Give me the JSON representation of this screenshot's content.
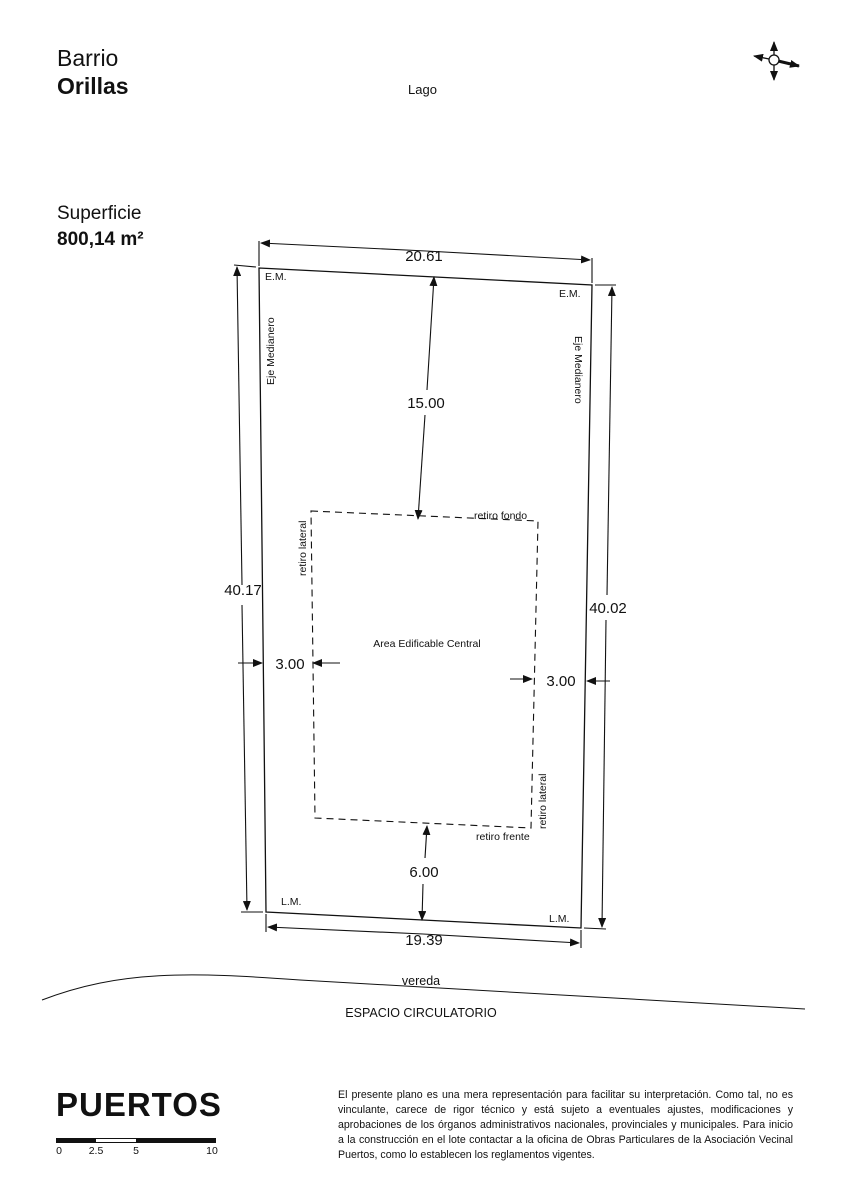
{
  "header": {
    "barrio_label": "Barrio",
    "barrio_name": "Orillas",
    "orientation_top": "Lago"
  },
  "surface": {
    "label": "Superficie",
    "value": "800,14 m²"
  },
  "lot": {
    "dim_top": "20.61",
    "dim_bottom": "19.39",
    "dim_left": "40.17",
    "dim_right": "40.02",
    "setback_back": "15.00",
    "setback_front": "6.00",
    "setback_left": "3.00",
    "setback_right": "3.00",
    "em_left": "E.M.",
    "em_right": "E.M.",
    "lm_left": "L.M.",
    "lm_right": "L.M.",
    "eje_left": "Eje Medianero",
    "eje_right": "Eje Medianero",
    "retiro_fondo": "retiro fondo",
    "retiro_frente": "retiro frente",
    "retiro_lateral_left": "retiro lateral",
    "retiro_lateral_right": "retiro lateral",
    "area_label": "Area Edificable Central"
  },
  "street": {
    "vereda": "vereda",
    "espacio": "ESPACIO CIRCULATORIO"
  },
  "footer": {
    "logo": "PUERTOS",
    "scale_labels": [
      "0",
      "2.5",
      "5",
      "10"
    ],
    "disclaimer": "El presente plano es una mera representación para facilitar su interpretación. Como tal, no es vinculante, carece de rigor técnico y está sujeto a eventuales ajustes, modificaciones y aprobaciones de los órganos administrativos nacionales, provinciales y municipales. Para inicio a la construcción en el lote contactar a la oficina de Obras Particulares de la Asociación Vecinal Puertos, como lo establecen los reglamentos vigentes."
  }
}
